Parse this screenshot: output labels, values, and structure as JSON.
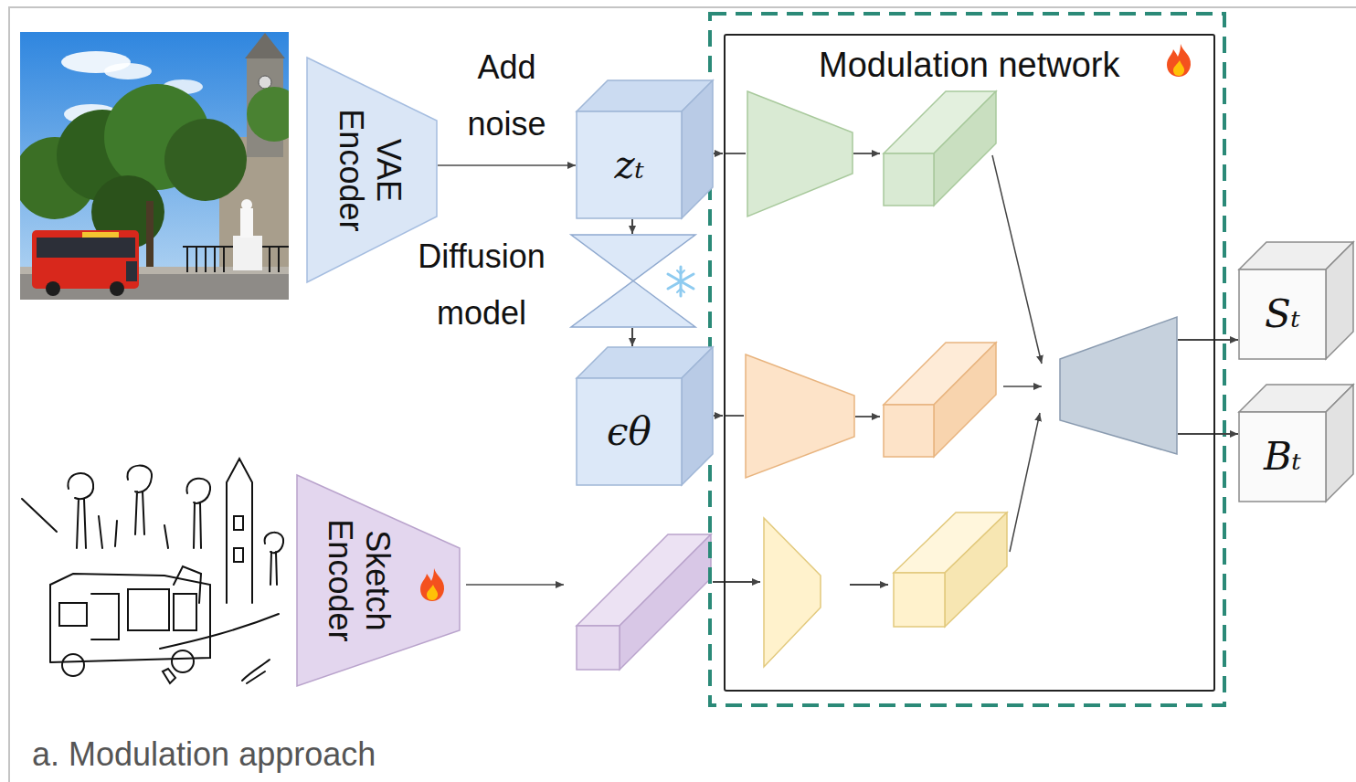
{
  "diagram": {
    "caption": "a. Modulation approach",
    "nodes": [
      {
        "text": [
          "VAE Encoder"
        ]
      },
      {
        "text": [
          "zₜ"
        ]
      },
      {
        "text": [
          "Diffusion model"
        ]
      },
      {
        "text": [
          "ϵθ"
        ]
      },
      {
        "text": [
          "Sketch Encoder"
        ]
      },
      {
        "text": [
          "Modulation network"
        ]
      },
      {
        "text": [
          "Sₜ"
        ]
      },
      {
        "text": [
          "Bₜ"
        ]
      }
    ],
    "edges": [
      {
        "from": 0,
        "to": 1,
        "arrow": "to",
        "label": "Add noise"
      },
      {
        "from": 1,
        "to": 2,
        "arrow": "to"
      },
      {
        "from": 2,
        "to": 3,
        "arrow": "to"
      },
      {
        "from": 1,
        "to": 5,
        "arrow": "to"
      },
      {
        "from": 3,
        "to": 5,
        "arrow": "to"
      },
      {
        "from": 5,
        "to": 6,
        "arrow": "to"
      },
      {
        "from": 5,
        "to": 7,
        "arrow": "to"
      }
    ]
  }
}
